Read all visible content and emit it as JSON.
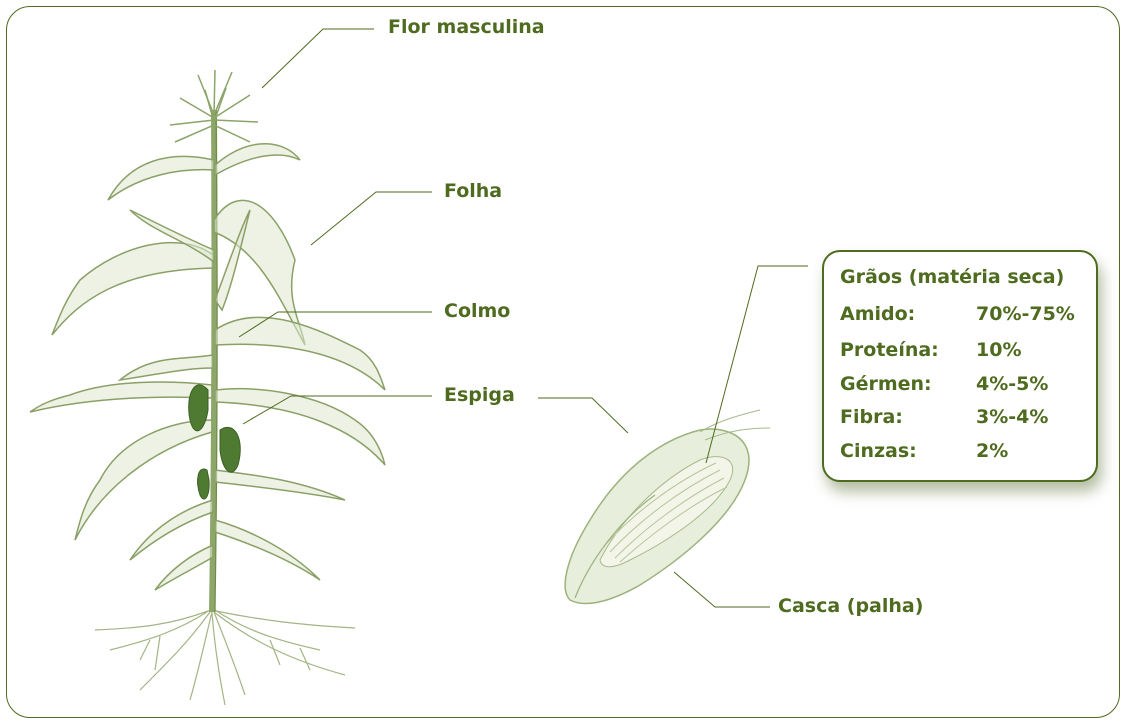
{
  "labels": {
    "flor_masculina": "Flor masculina",
    "folha": "Folha",
    "colmo": "Colmo",
    "espiga": "Espiga",
    "casca": "Casca (palha)"
  },
  "composition": {
    "title": "Grãos (matéria seca)",
    "rows": [
      {
        "name": "Amido:",
        "value": "70%-75%"
      },
      {
        "name": "Proteína:",
        "value": "10%"
      },
      {
        "name": "Gérmen:",
        "value": "4%-5%"
      },
      {
        "name": "Fibra:",
        "value": "3%-4%"
      },
      {
        "name": "Cinzas:",
        "value": "2%"
      }
    ]
  },
  "colors": {
    "accent": "#4e6b1f",
    "plant": "#9bb07a",
    "plant_dark": "#5f7a3a"
  }
}
